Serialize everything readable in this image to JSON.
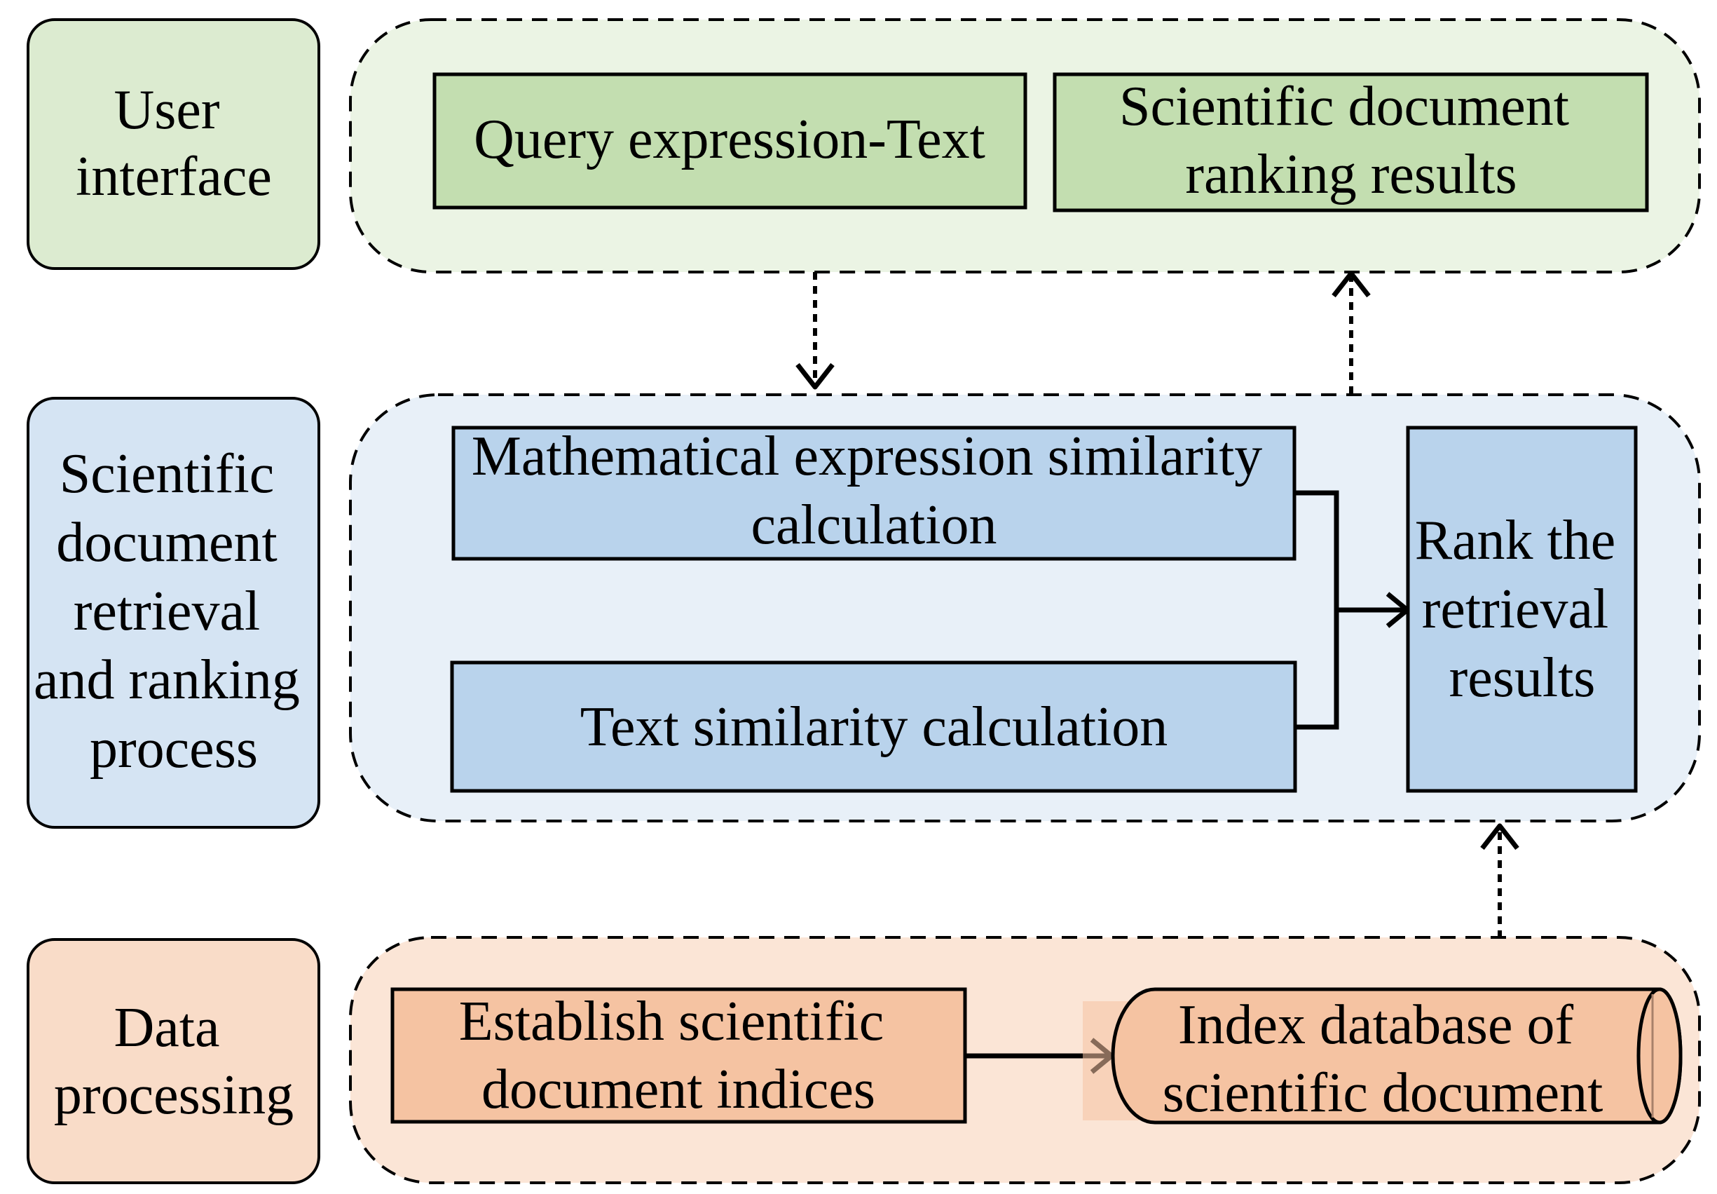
{
  "colors": {
    "green_fill": "#c3deb0",
    "green_panel": "#ebf4e4",
    "green_label": "#dcebd0",
    "blue_fill": "#b9d3ec",
    "blue_panel": "#e8f0f8",
    "blue_label": "#d5e4f3",
    "orange_fill": "#f5c3a2",
    "orange_panel": "#fbe5d6",
    "orange_label": "#f9dcc8"
  },
  "layers": {
    "user_interface": {
      "label": [
        "User",
        "interface"
      ],
      "query_box": "Query expression-Text",
      "results_box": [
        "Scientific document",
        "ranking results"
      ]
    },
    "retrieval": {
      "label": [
        "Scientific",
        "document",
        "retrieval",
        "and ranking",
        "process"
      ],
      "math_box": [
        "Mathematical expression similarity",
        "calculation"
      ],
      "text_box": "Text similarity calculation",
      "rank_box": [
        "Rank the",
        "retrieval",
        "results"
      ]
    },
    "data_processing": {
      "label": [
        "Data",
        "processing"
      ],
      "index_box": [
        "Establish  scientific",
        "document indices"
      ],
      "database": [
        "Index database of",
        "scientific document"
      ]
    }
  }
}
